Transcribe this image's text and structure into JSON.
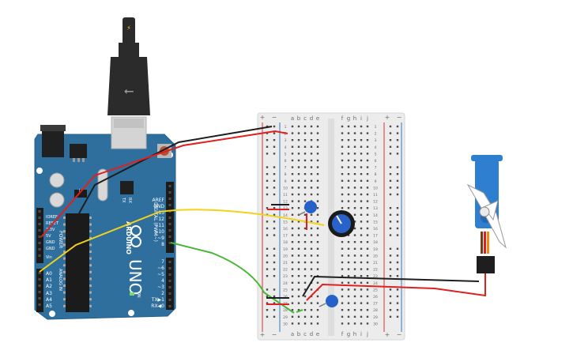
{
  "colors": {
    "background": "#ffffff",
    "arduino_board": "#2f6f9e",
    "arduino_board_dark": "#21587f",
    "breadboard": "#ececec",
    "breadboard_center": "#e3e3e3",
    "hole": "#4a4a4a",
    "rail_red": "#d63030",
    "rail_blue": "#2a7cc7",
    "wire_red": "#e0201f",
    "wire_black": "#1e1e1e",
    "wire_yellow": "#f2d21a",
    "wire_green": "#46b834",
    "servo_body": "#2f7fd1",
    "servo_horn": "#ffffff",
    "usb_plug": "#2b2b2b",
    "capacitor": "#2661c7",
    "potentiometer": "#1f55c0"
  },
  "icons": [
    "usb-plug-icon",
    "power-jack-icon",
    "reset-button-icon",
    "arduino-logo-icon",
    "potentiometer-icon",
    "capacitor-icon",
    "servo-motor-icon"
  ],
  "arduino": {
    "header_top_labels": [
      "AREF",
      "GND",
      "13",
      "12",
      "~11",
      "~10",
      "~9",
      "8"
    ],
    "header_low_labels": [
      "7",
      "~6",
      "~5",
      "4",
      "~3",
      "2",
      "TX▶1",
      "RX◀0"
    ],
    "power_labels": [
      "IOREF",
      "RESET",
      "3.3V",
      "5V",
      "GND",
      "GND",
      "Vin"
    ],
    "analog_labels": [
      "A0",
      "A1",
      "A2",
      "A3",
      "A4",
      "A5"
    ],
    "power_title": "POWER",
    "analog_title": "ANALOG IN",
    "digital_title": "DIGITAL (PWM~)",
    "brand": "ARDUINO",
    "model": "UNO",
    "tx_label": "TX",
    "rx_label": "RX",
    "l_label": "L",
    "on_label": "ON"
  },
  "breadboard": {
    "column_letters_left": [
      "a",
      "b",
      "c",
      "d",
      "e"
    ],
    "column_letters_right": [
      "f",
      "g",
      "h",
      "i",
      "j"
    ],
    "rail_plus": "+",
    "rail_minus": "−",
    "row_numbers": [
      "1",
      "2",
      "3",
      "4",
      "5",
      "6",
      "7",
      "8",
      "9",
      "10",
      "11",
      "12",
      "13",
      "14",
      "15",
      "16",
      "17",
      "18",
      "19",
      "20",
      "21",
      "22",
      "23",
      "24",
      "25",
      "26",
      "27",
      "28",
      "29",
      "30"
    ]
  }
}
